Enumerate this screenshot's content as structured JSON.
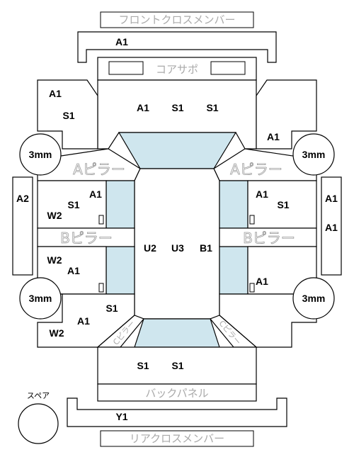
{
  "panels": {
    "front_cross_member": "フロントクロスメンバー",
    "core_support": "コアサポ",
    "a_pillar": "Aピラー",
    "b_pillar": "Bピラー",
    "c_pillar": "Cピラー",
    "back_panel": "バックパネル",
    "rear_cross_member": "リアクロスメンバー",
    "spare": "スペア"
  },
  "tires": {
    "front_left": "3mm",
    "front_right": "3mm",
    "rear_left": "3mm",
    "rear_right": "3mm"
  },
  "codes": {
    "front_cross": "A1",
    "core_left": "A1",
    "core_mid": "S1",
    "core_right": "S1",
    "fender_left_1": "A1",
    "fender_left_2": "S1",
    "fender_right": "A1",
    "rocker_left": "A2",
    "rocker_right_1": "A1",
    "rocker_right_2": "A1",
    "front_door_left_1": "A1",
    "front_door_left_2": "S1",
    "front_door_left_3": "W2",
    "front_door_right_1": "A1",
    "front_door_right_2": "S1",
    "rear_door_left_1": "W2",
    "rear_door_left_2": "A1",
    "rear_door_right": "A1",
    "roof_1": "U2",
    "roof_2": "U3",
    "roof_3": "B1",
    "quarter_left_1": "S1",
    "quarter_left_2": "A1",
    "quarter_left_3": "W2",
    "trunk_1": "S1",
    "trunk_2": "S1",
    "rear_cross": "Y1"
  }
}
